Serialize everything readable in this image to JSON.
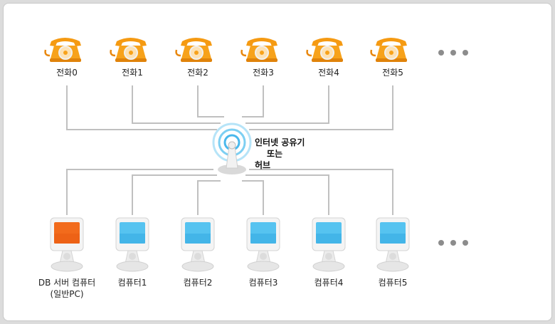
{
  "phones": [
    "전화0",
    "전화1",
    "전화2",
    "전화3",
    "전화4",
    "전화5"
  ],
  "computers": [
    "DB 서버 컴퓨터\n(일반PC)",
    "컴퓨터1",
    "컴퓨터2",
    "컴퓨터3",
    "컴퓨터4",
    "컴퓨터5"
  ],
  "hub": {
    "line1": "인터넷 공유기",
    "line2": "또는",
    "line3": "허브"
  },
  "colors": {
    "line": "#c0c0c0",
    "phone": "#f7a21b",
    "monitor_screen": "#56c3f0",
    "db_screen": "#f26b1c"
  },
  "icons": {
    "phone": "telephone-icon",
    "hub": "wifi-antenna-icon",
    "computer": "monitor-icon",
    "more": "ellipsis-icon"
  }
}
